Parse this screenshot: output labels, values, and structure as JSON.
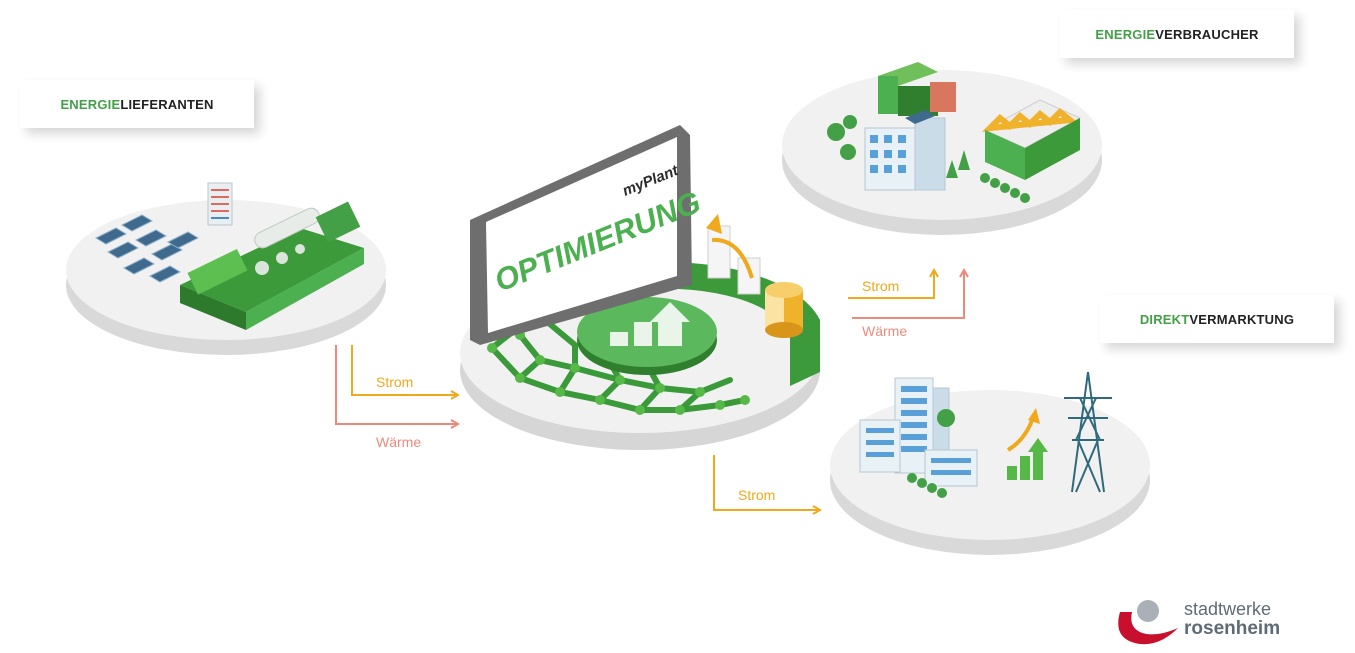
{
  "callouts": {
    "lieferanten": {
      "pre": "ENERGIE",
      "post": "LIEFERANTEN"
    },
    "verbraucher": {
      "pre": "ENERGIE",
      "post": "VERBRAUCHER"
    },
    "vermarktung": {
      "pre": "DIREKT",
      "post": "VERMARKTUNG"
    }
  },
  "screen": {
    "brand": "myPlant",
    "title": "OPTIMIERUNG"
  },
  "flows": {
    "left_strom": "Strom",
    "left_waerme": "Wärme",
    "right_strom": "Strom",
    "right_waerme": "Wärme",
    "bottom_strom": "Strom"
  },
  "logo": {
    "line1": "stadtwerke",
    "line2": "rosenheim"
  },
  "colors": {
    "green": "#43a047",
    "strom": "#f0a81c",
    "waerme": "#ec8a7a",
    "platform": "#ececec"
  }
}
